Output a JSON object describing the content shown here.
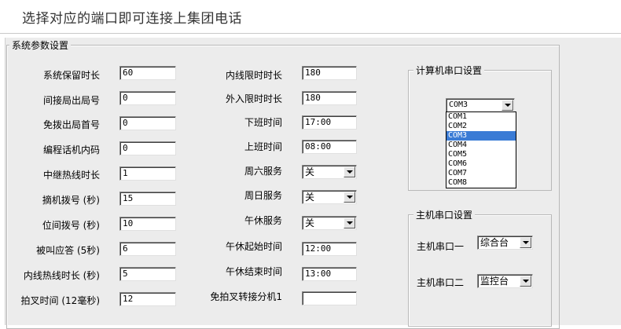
{
  "page_title": "选择对应的端口即可连接上集团电话",
  "system_group": {
    "legend": "系统参数设置",
    "left_fields": [
      {
        "label": "系统保留时长",
        "value": "60"
      },
      {
        "label": "间接局出局号",
        "value": "0"
      },
      {
        "label": "免拨出局首号",
        "value": "0"
      },
      {
        "label": "编程话机内码",
        "value": "0"
      },
      {
        "label": "中继热线时长",
        "value": "1"
      },
      {
        "label": "摘机拨号 (秒)",
        "value": "15"
      },
      {
        "label": "位间拨号 (秒)",
        "value": "10"
      },
      {
        "label": "被叫应答 (5秒)",
        "value": "6"
      },
      {
        "label": "内线热线时长 (秒)",
        "value": "5"
      },
      {
        "label": "拍叉时间 (12毫秒)",
        "value": "12"
      }
    ],
    "right_fields": [
      {
        "label": "内线限时时长",
        "value": "180"
      },
      {
        "label": "外入限时时长",
        "value": "180"
      },
      {
        "label": "下班时间",
        "value": "17:00"
      },
      {
        "label": "上班时间",
        "value": "08:00"
      },
      {
        "label": "周六服务",
        "value": "关"
      },
      {
        "label": "周日服务",
        "value": "关"
      },
      {
        "label": "午休服务",
        "value": "关"
      },
      {
        "label": "午休起始时间",
        "value": "12:00"
      },
      {
        "label": "午休结束时间",
        "value": "13:00"
      },
      {
        "label": "免拍叉转接分机1",
        "value": ""
      }
    ]
  },
  "pc_serial_group": {
    "legend": "计算机串口设置",
    "selected": "COM3",
    "options": [
      "COM1",
      "COM2",
      "COM3",
      "COM4",
      "COM5",
      "COM6",
      "COM7",
      "COM8"
    ]
  },
  "host_serial_group": {
    "legend": "主机串口设置",
    "port1_label": "主机串口一",
    "port1_value": "综合台",
    "port2_label": "主机串口二",
    "port2_value": "监控台"
  }
}
